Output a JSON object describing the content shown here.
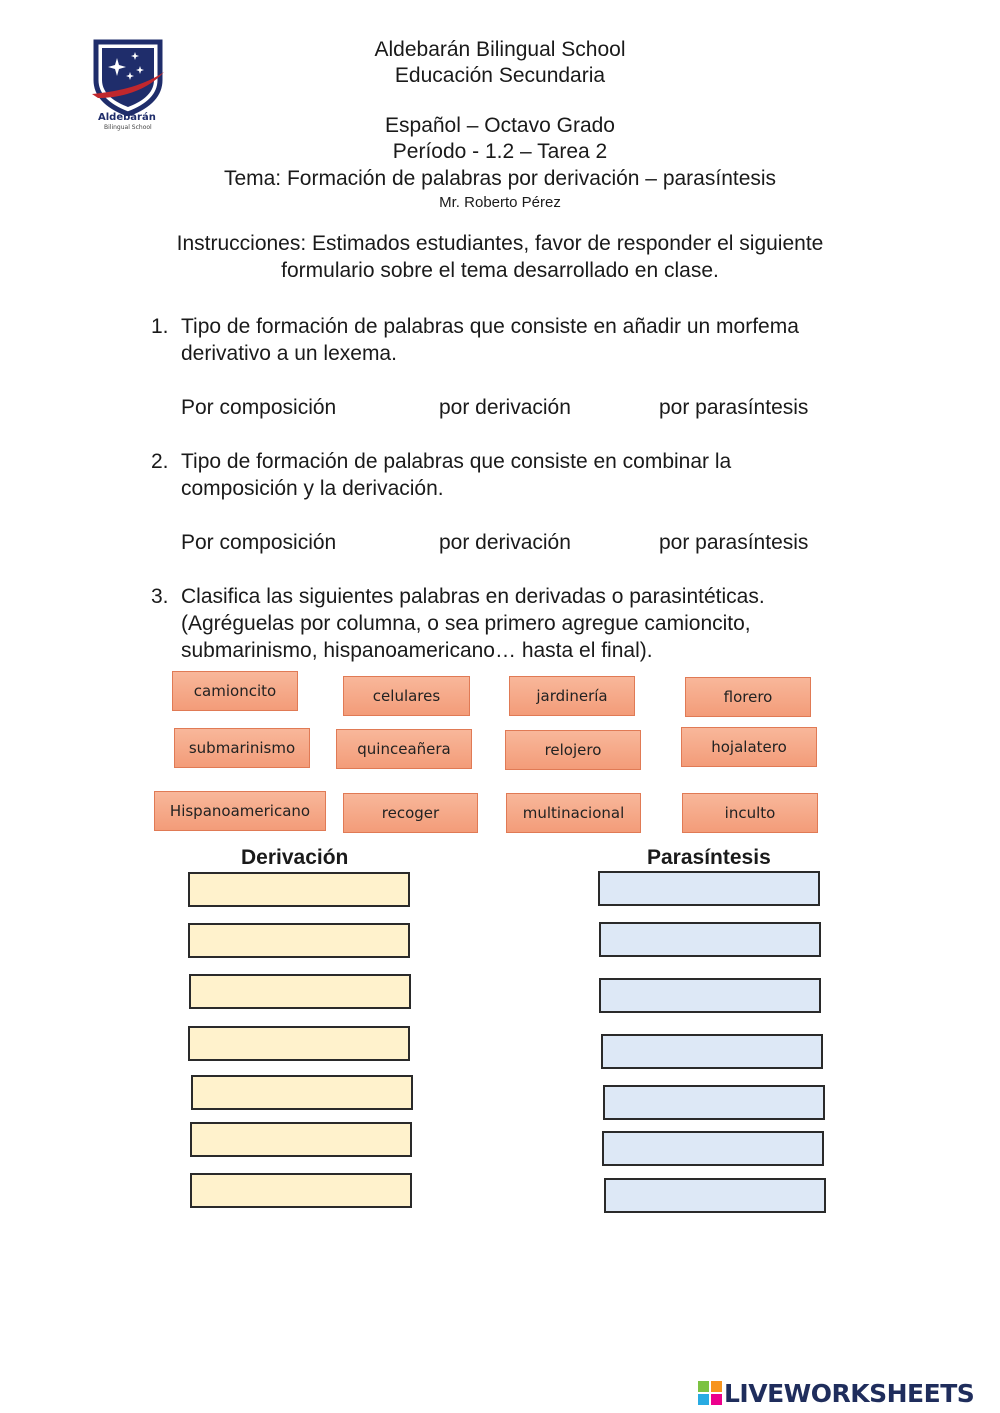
{
  "header": {
    "school": "Aldebarán Bilingual School",
    "level": "Educación Secundaria",
    "subject": "Español – Octavo Grado",
    "period": "Período - 1.2 – Tarea 2",
    "topic": "Tema: Formación de palabras por derivación – parasíntesis",
    "teacher": "Mr. Roberto Pérez"
  },
  "logo": {
    "name": "Aldebarán",
    "subtitle": "Bilingual School",
    "colors": {
      "shield": "#1f2d6b",
      "swoosh": "#c0272d"
    }
  },
  "instructions": {
    "line1": "Instrucciones: Estimados estudiantes, favor de responder el siguiente",
    "line2": "formulario sobre el tema desarrollado en clase."
  },
  "questions": [
    {
      "number": "1.",
      "line1": "Tipo de formación de palabras que consiste en añadir un morfema",
      "line2": "derivativo a un lexema.",
      "options": [
        "Por composición",
        "por derivación",
        "por parasíntesis"
      ]
    },
    {
      "number": "2.",
      "line1": "Tipo de formación de palabras que consiste en combinar la",
      "line2": "composición y la derivación.",
      "options": [
        "Por composición",
        "por derivación",
        "por parasíntesis"
      ]
    },
    {
      "number": "3.",
      "line1": "Clasifica las siguientes palabras en derivadas o parasintéticas.",
      "line2": "(Agréguelas por columna, o sea primero agregue camioncito,",
      "line3": "submarinismo, hispanoamericano… hasta el final)."
    }
  ],
  "words": [
    "camioncito",
    "celulares",
    "jardinería",
    "florero",
    "submarinismo",
    "quinceañera",
    "relojero",
    "hojalatero",
    "Hispanoamericano",
    "recoger",
    "multinacional",
    "inculto"
  ],
  "columns": {
    "derivacion": "Derivación",
    "parasintesis": "Parasíntesis"
  },
  "footer": {
    "brand": "LIVEWORKSHEETS",
    "colors": {
      "brand_text": "#1f2d5c",
      "tile_green": "#7cc242",
      "tile_orange": "#f7941d",
      "tile_blue": "#29abe2",
      "tile_pink": "#ec008c"
    }
  },
  "colors": {
    "word_bg": "#f39c79",
    "derivacion_box": "#fff2cc",
    "parasintesis_box": "#dde8f6"
  }
}
